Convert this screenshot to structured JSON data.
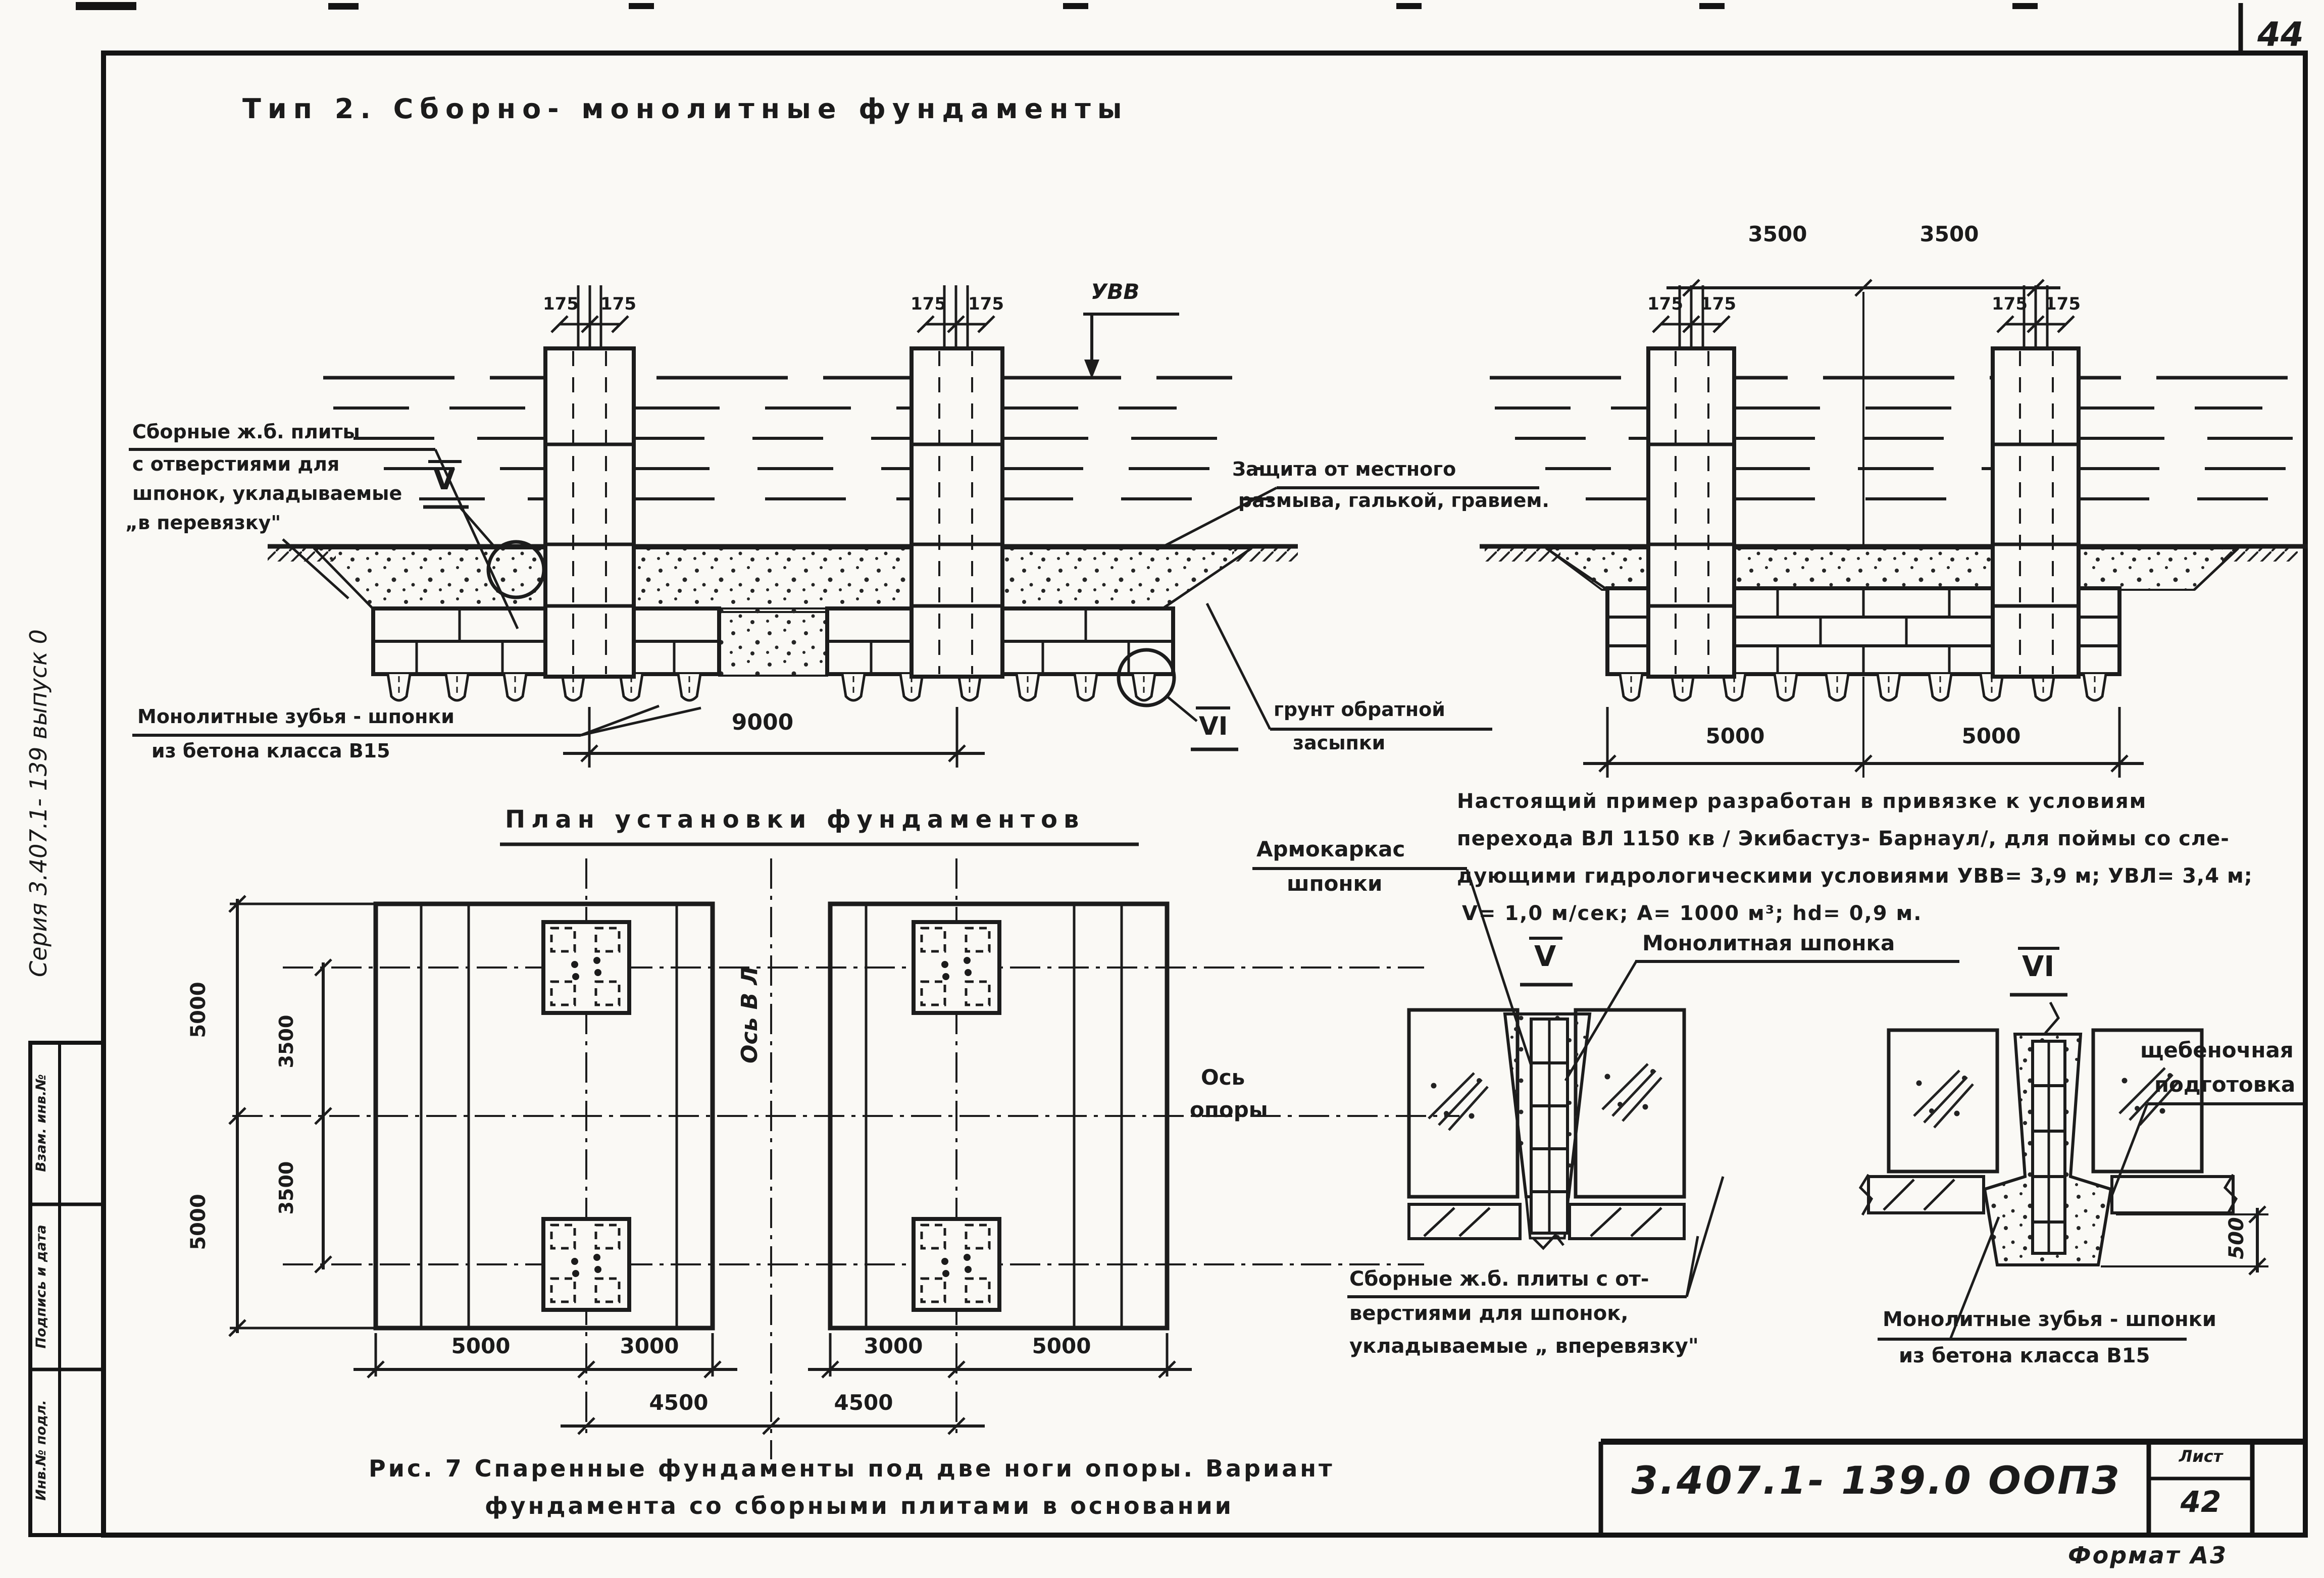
{
  "page": {
    "corner_sheet_number": "44",
    "margin_series_note": "Серия 3.407.1- 139  выпуск 0",
    "stamp_labels": [
      "Взам. инв.№",
      "Подпись и дата",
      "Инв.№ подл."
    ],
    "format_note": "Формат А3"
  },
  "heading": "Тип 2.  Сборно- монолитные  фундаменты",
  "left_elevation": {
    "label_precast_lines": [
      "Сборные ж.б. плиты",
      "с отверстиями для",
      "шпонок, укладываемые",
      "„в перевязку\""
    ],
    "label_teeth_lines": [
      "Монолитные  зубья - шпонки",
      "из бетона  класса  В15"
    ],
    "label_protection_lines": [
      "Защита  от  местного",
      "размыва,  галькой,  гравием."
    ],
    "label_backfill_lines": [
      "грунт  обратной",
      "засыпки"
    ],
    "uvv": "УВВ",
    "marker_v": "V",
    "marker_vi": "VI",
    "dim_bolt": "175",
    "dim_width": "9000"
  },
  "right_elevation": {
    "dim_leg_spacing": "3500",
    "dim_bolt": "175",
    "dim_half_width": "5000"
  },
  "note_lines": [
    "Настоящий  пример  разработан  в привязке  к  условиям",
    "перехода  ВЛ 1150 кв / Экибастуз- Барнаул/,  для  поймы  со  сле-",
    "дующими  гидрологическими  условиями  УВВ= 3,9 м; УВЛ= 3,4 м;",
    "V= 1,0 м/сек;    А= 1000 м³;    hd= 0,9 м."
  ],
  "plan": {
    "title": "План  установки  фундаментов",
    "dim_5000": "5000",
    "dim_3500": "3500",
    "dim_3000": "3000",
    "dim_4500": "4500",
    "axis_vl": "Ось В Л",
    "axis_support_lines": [
      "Ось",
      "опоры"
    ]
  },
  "detail_v": {
    "marker": "V",
    "label_cage_lines": [
      "Армокаркас",
      "шпонки"
    ],
    "label_monolithic": "Монолитная  шпонка",
    "label_precast_lines": [
      "Сборные ж.б. плиты с от-",
      "верстиями  для  шпонок,",
      "укладываемые  „ вперевязку\""
    ]
  },
  "detail_vi": {
    "marker": "VI",
    "label_rubble_lines": [
      "щебеночная",
      "подготовка"
    ],
    "dim_depth": "500",
    "label_teeth_lines": [
      "Монолитные  зубья -  шпонки",
      "из бетона  класса  В15"
    ]
  },
  "caption_lines": [
    "Рис. 7   Спаренные  фундаменты  под  две  ноги  опоры.  Вариант",
    "фундамента  со  сборными  плитами  в  основании"
  ],
  "title_block": {
    "doc_number": "3.407.1- 139.0 ООПЗ",
    "sheet_label": "Лист",
    "sheet_number": "42"
  }
}
